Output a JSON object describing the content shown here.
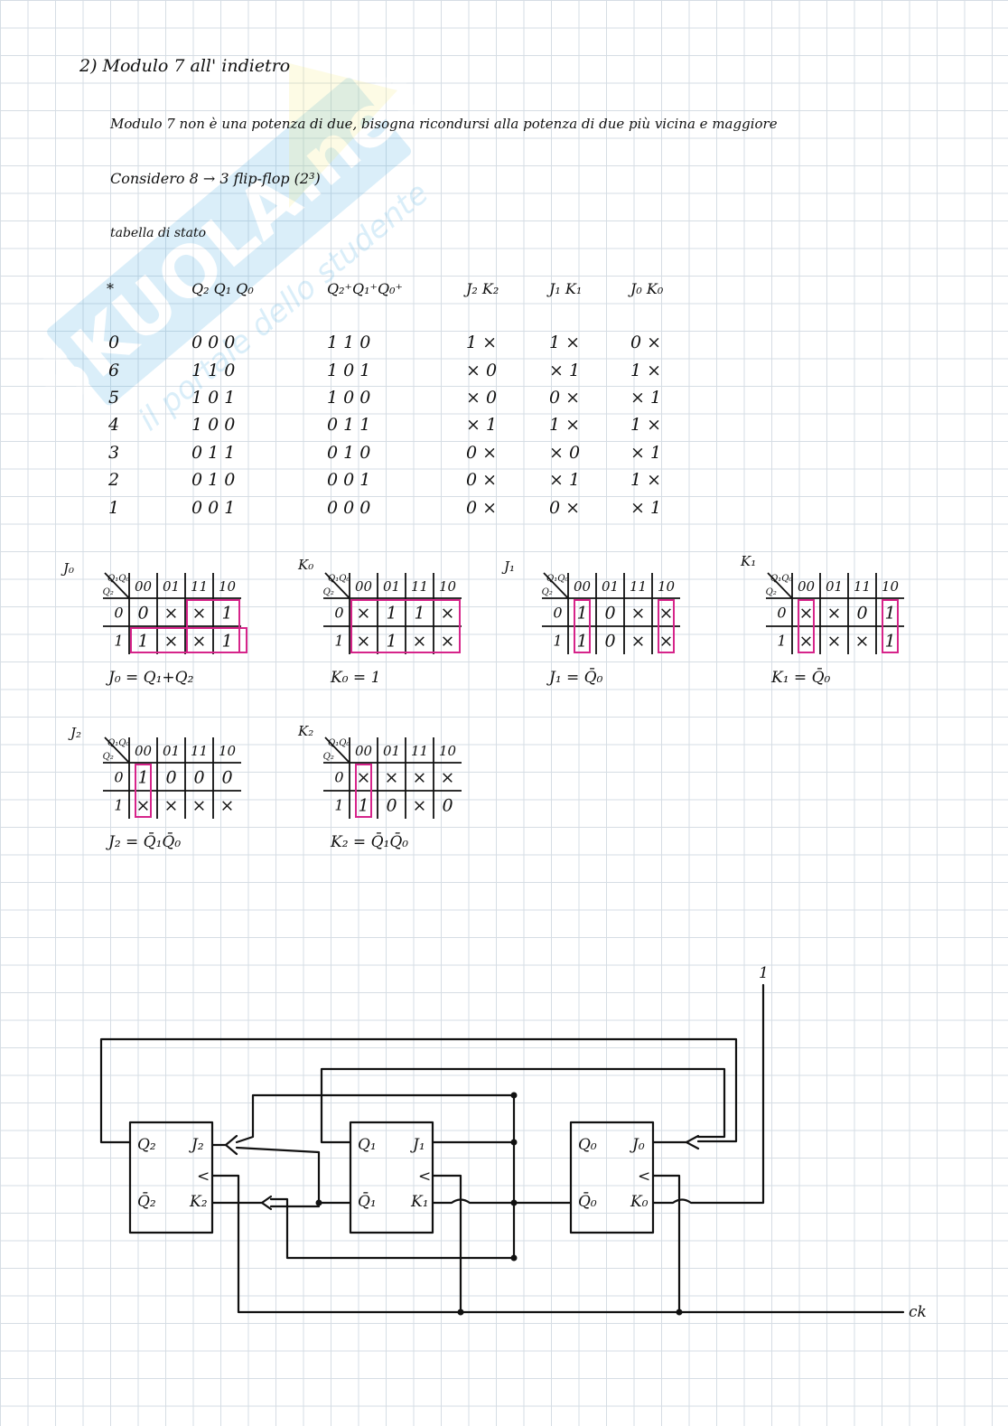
{
  "watermark": {
    "brand": "SKUOLA.net",
    "tagline": "il portale dello studente",
    "color": "#3aa7e0"
  },
  "heading": "2) Modulo 7 all' indietro",
  "intro": "Modulo 7 non è una potenza di due, bisogna ricondursi alla potenza di due più vicina e maggiore",
  "consider": "Considero 8 → 3 flip-flop (2³)",
  "table_title": "tabella di stato",
  "state_table": {
    "headers": [
      "*",
      "Q₂ Q₁ Q₀",
      "Q₂⁺Q₁⁺Q₀⁺",
      "J₂ K₂",
      "J₁ K₁",
      "J₀ K₀"
    ],
    "rows": [
      [
        "0",
        "0 0 0",
        "1 1 0",
        "1 ×",
        "1 ×",
        "0 ×"
      ],
      [
        "6",
        "1 1 0",
        "1 0 1",
        "× 0",
        "× 1",
        "1 ×"
      ],
      [
        "5",
        "1 0 1",
        "1 0 0",
        "× 0",
        "0 ×",
        "× 1"
      ],
      [
        "4",
        "1 0 0",
        "0 1 1",
        "× 1",
        "1 ×",
        "1 ×"
      ],
      [
        "3",
        "0 1 1",
        "0 1 0",
        "0 ×",
        "× 0",
        "× 1"
      ],
      [
        "2",
        "0 1 0",
        "0 0 1",
        "0 ×",
        "× 1",
        "1 ×"
      ],
      [
        "1",
        "0 0 1",
        "0 0 0",
        "0 ×",
        "0 ×",
        "× 1"
      ]
    ]
  },
  "kmaps": [
    {
      "name": "J₀",
      "corner_top": "Q₁Q₀",
      "corner_left": "Q₂",
      "cols": [
        "00",
        "01",
        "11",
        "10"
      ],
      "rows": [
        "0",
        "1"
      ],
      "cells": [
        [
          "0",
          "×",
          "×",
          "1"
        ],
        [
          "1",
          "×",
          "×",
          "1"
        ]
      ],
      "expr": "J₀ = Q₁+Q₂"
    },
    {
      "name": "K₀",
      "corner_top": "Q₁Q₀",
      "corner_left": "Q₂",
      "cols": [
        "00",
        "01",
        "11",
        "10"
      ],
      "rows": [
        "0",
        "1"
      ],
      "cells": [
        [
          "×",
          "1",
          "1",
          "×"
        ],
        [
          "×",
          "1",
          "×",
          "×"
        ]
      ],
      "expr": "K₀ = 1"
    },
    {
      "name": "J₁",
      "corner_top": "Q₁Q₀",
      "corner_left": "Q₂",
      "cols": [
        "00",
        "01",
        "11",
        "10"
      ],
      "rows": [
        "0",
        "1"
      ],
      "cells": [
        [
          "1",
          "0",
          "×",
          "×"
        ],
        [
          "1",
          "0",
          "×",
          "×"
        ]
      ],
      "expr": "J₁ = Q̄₀"
    },
    {
      "name": "K₁",
      "corner_top": "Q₁Q₀",
      "corner_left": "Q₂",
      "cols": [
        "00",
        "01",
        "11",
        "10"
      ],
      "rows": [
        "0",
        "1"
      ],
      "cells": [
        [
          "×",
          "×",
          "0",
          "1"
        ],
        [
          "×",
          "×",
          "×",
          "1"
        ]
      ],
      "expr": "K₁ = Q̄₀"
    },
    {
      "name": "J₂",
      "corner_top": "Q₁Q₀",
      "corner_left": "Q₂",
      "cols": [
        "00",
        "01",
        "11",
        "10"
      ],
      "rows": [
        "0",
        "1"
      ],
      "cells": [
        [
          "1",
          "0",
          "0",
          "0"
        ],
        [
          "×",
          "×",
          "×",
          "×"
        ]
      ],
      "expr": "J₂ = Q̄₁Q̄₀"
    },
    {
      "name": "K₂",
      "corner_top": "Q₁Q₀",
      "corner_left": "Q₂",
      "cols": [
        "00",
        "01",
        "11",
        "10"
      ],
      "rows": [
        "0",
        "1"
      ],
      "cells": [
        [
          "×",
          "×",
          "×",
          "×"
        ],
        [
          "1",
          "0",
          "×",
          "0"
        ]
      ],
      "expr": "K₂ = Q̄₁Q̄₀"
    }
  ],
  "circuit": {
    "ff2": {
      "q": "Q₂",
      "qbar": "Q̄₂",
      "j": "J₂",
      "clk": "<",
      "k": "K₂"
    },
    "ff1": {
      "q": "Q₁",
      "qbar": "Q̄₁",
      "j": "J₁",
      "clk": "<",
      "k": "K₁"
    },
    "ff0": {
      "q": "Q₀",
      "qbar": "Q̄₀",
      "j": "J₀",
      "clk": "<",
      "k": "K₀"
    },
    "one_label": "1",
    "ck_label": "ck"
  },
  "colors": {
    "ink": "#111111",
    "highlight": "#d6248a",
    "grid": "#d6dde4"
  }
}
